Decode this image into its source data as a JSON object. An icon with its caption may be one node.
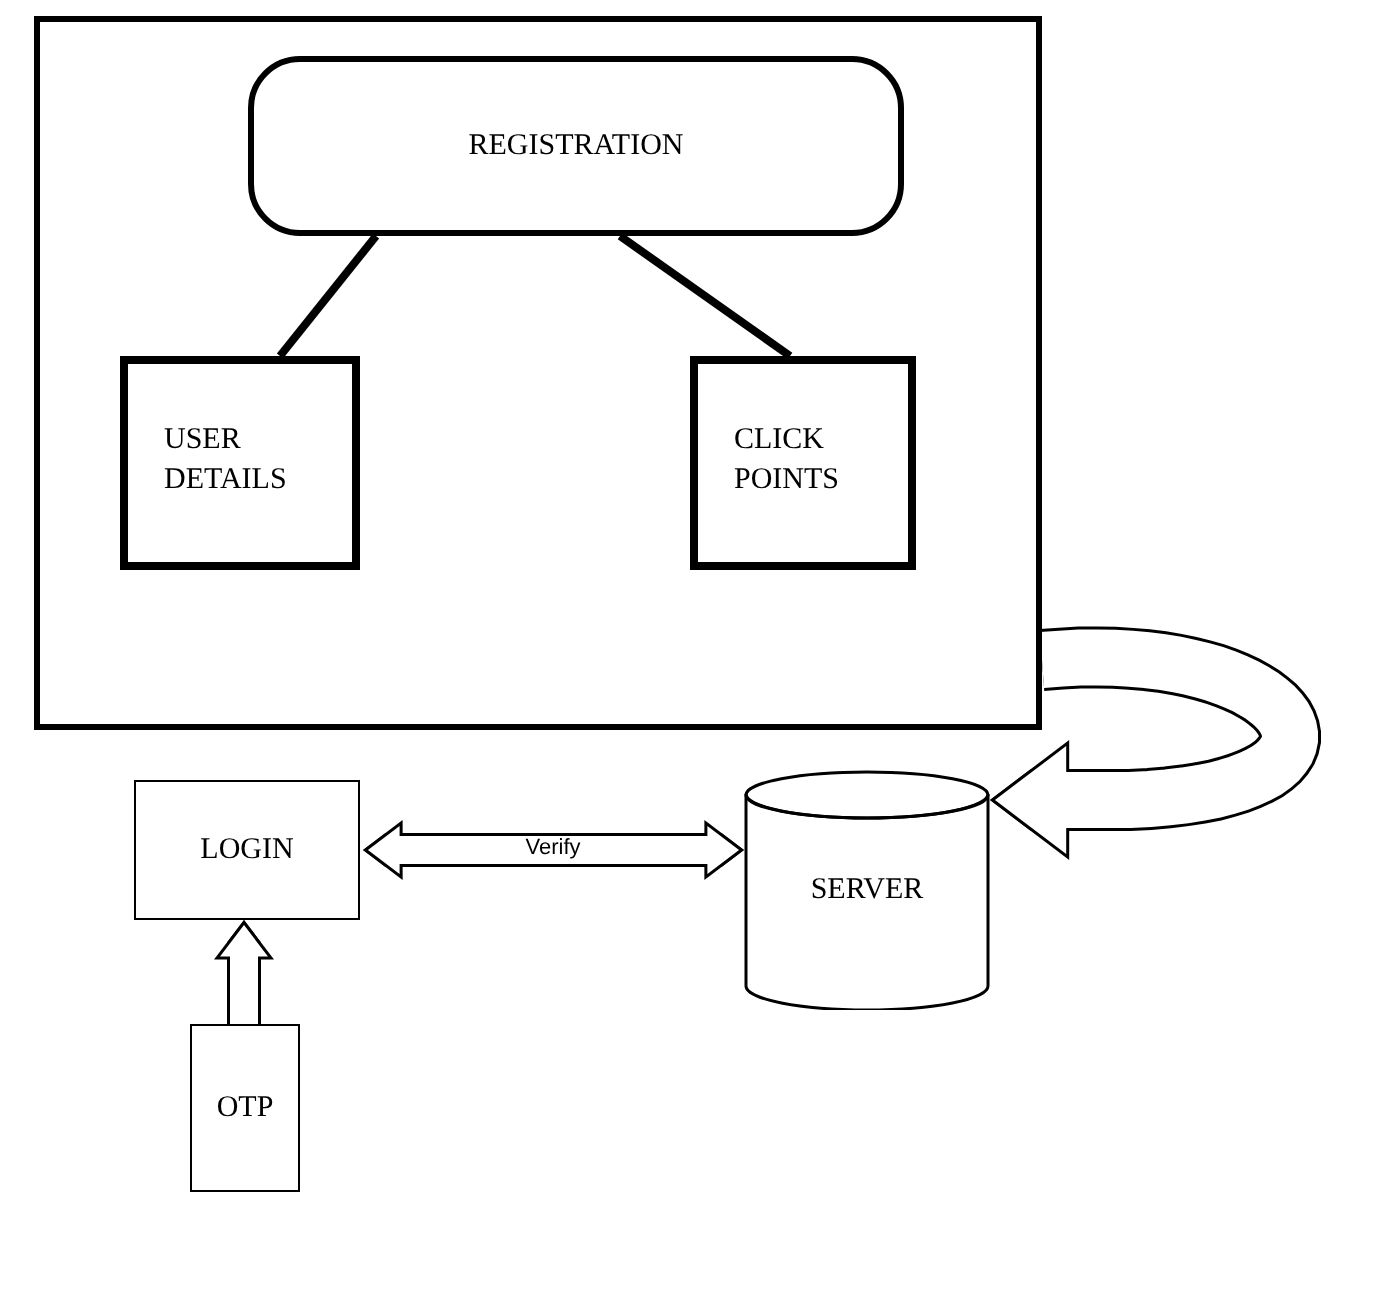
{
  "diagram": {
    "nodes": [
      {
        "text": [],
        "shape": "box"
      },
      {
        "text": [
          "REGISTRATION"
        ],
        "in": 0
      },
      {
        "text": [
          "USER DETAILS"
        ],
        "in": 0
      },
      {
        "text": [
          "CLICK POINTS"
        ],
        "in": 0
      },
      {
        "text": [
          "SERVER"
        ]
      },
      {
        "text": [
          "LOGIN"
        ]
      },
      {
        "text": [
          "OTP"
        ]
      }
    ],
    "edges": [
      {
        "from": 1,
        "to": 2,
        "arrow": "none"
      },
      {
        "from": 1,
        "to": 3,
        "arrow": "none"
      },
      {
        "from": 0,
        "to": 4,
        "arrow": "to",
        "style": "thick"
      },
      {
        "from": 5,
        "to": 4,
        "arrow": "both",
        "label": "Verify"
      },
      {
        "from": 6,
        "to": 5,
        "arrow": "to"
      }
    ]
  }
}
